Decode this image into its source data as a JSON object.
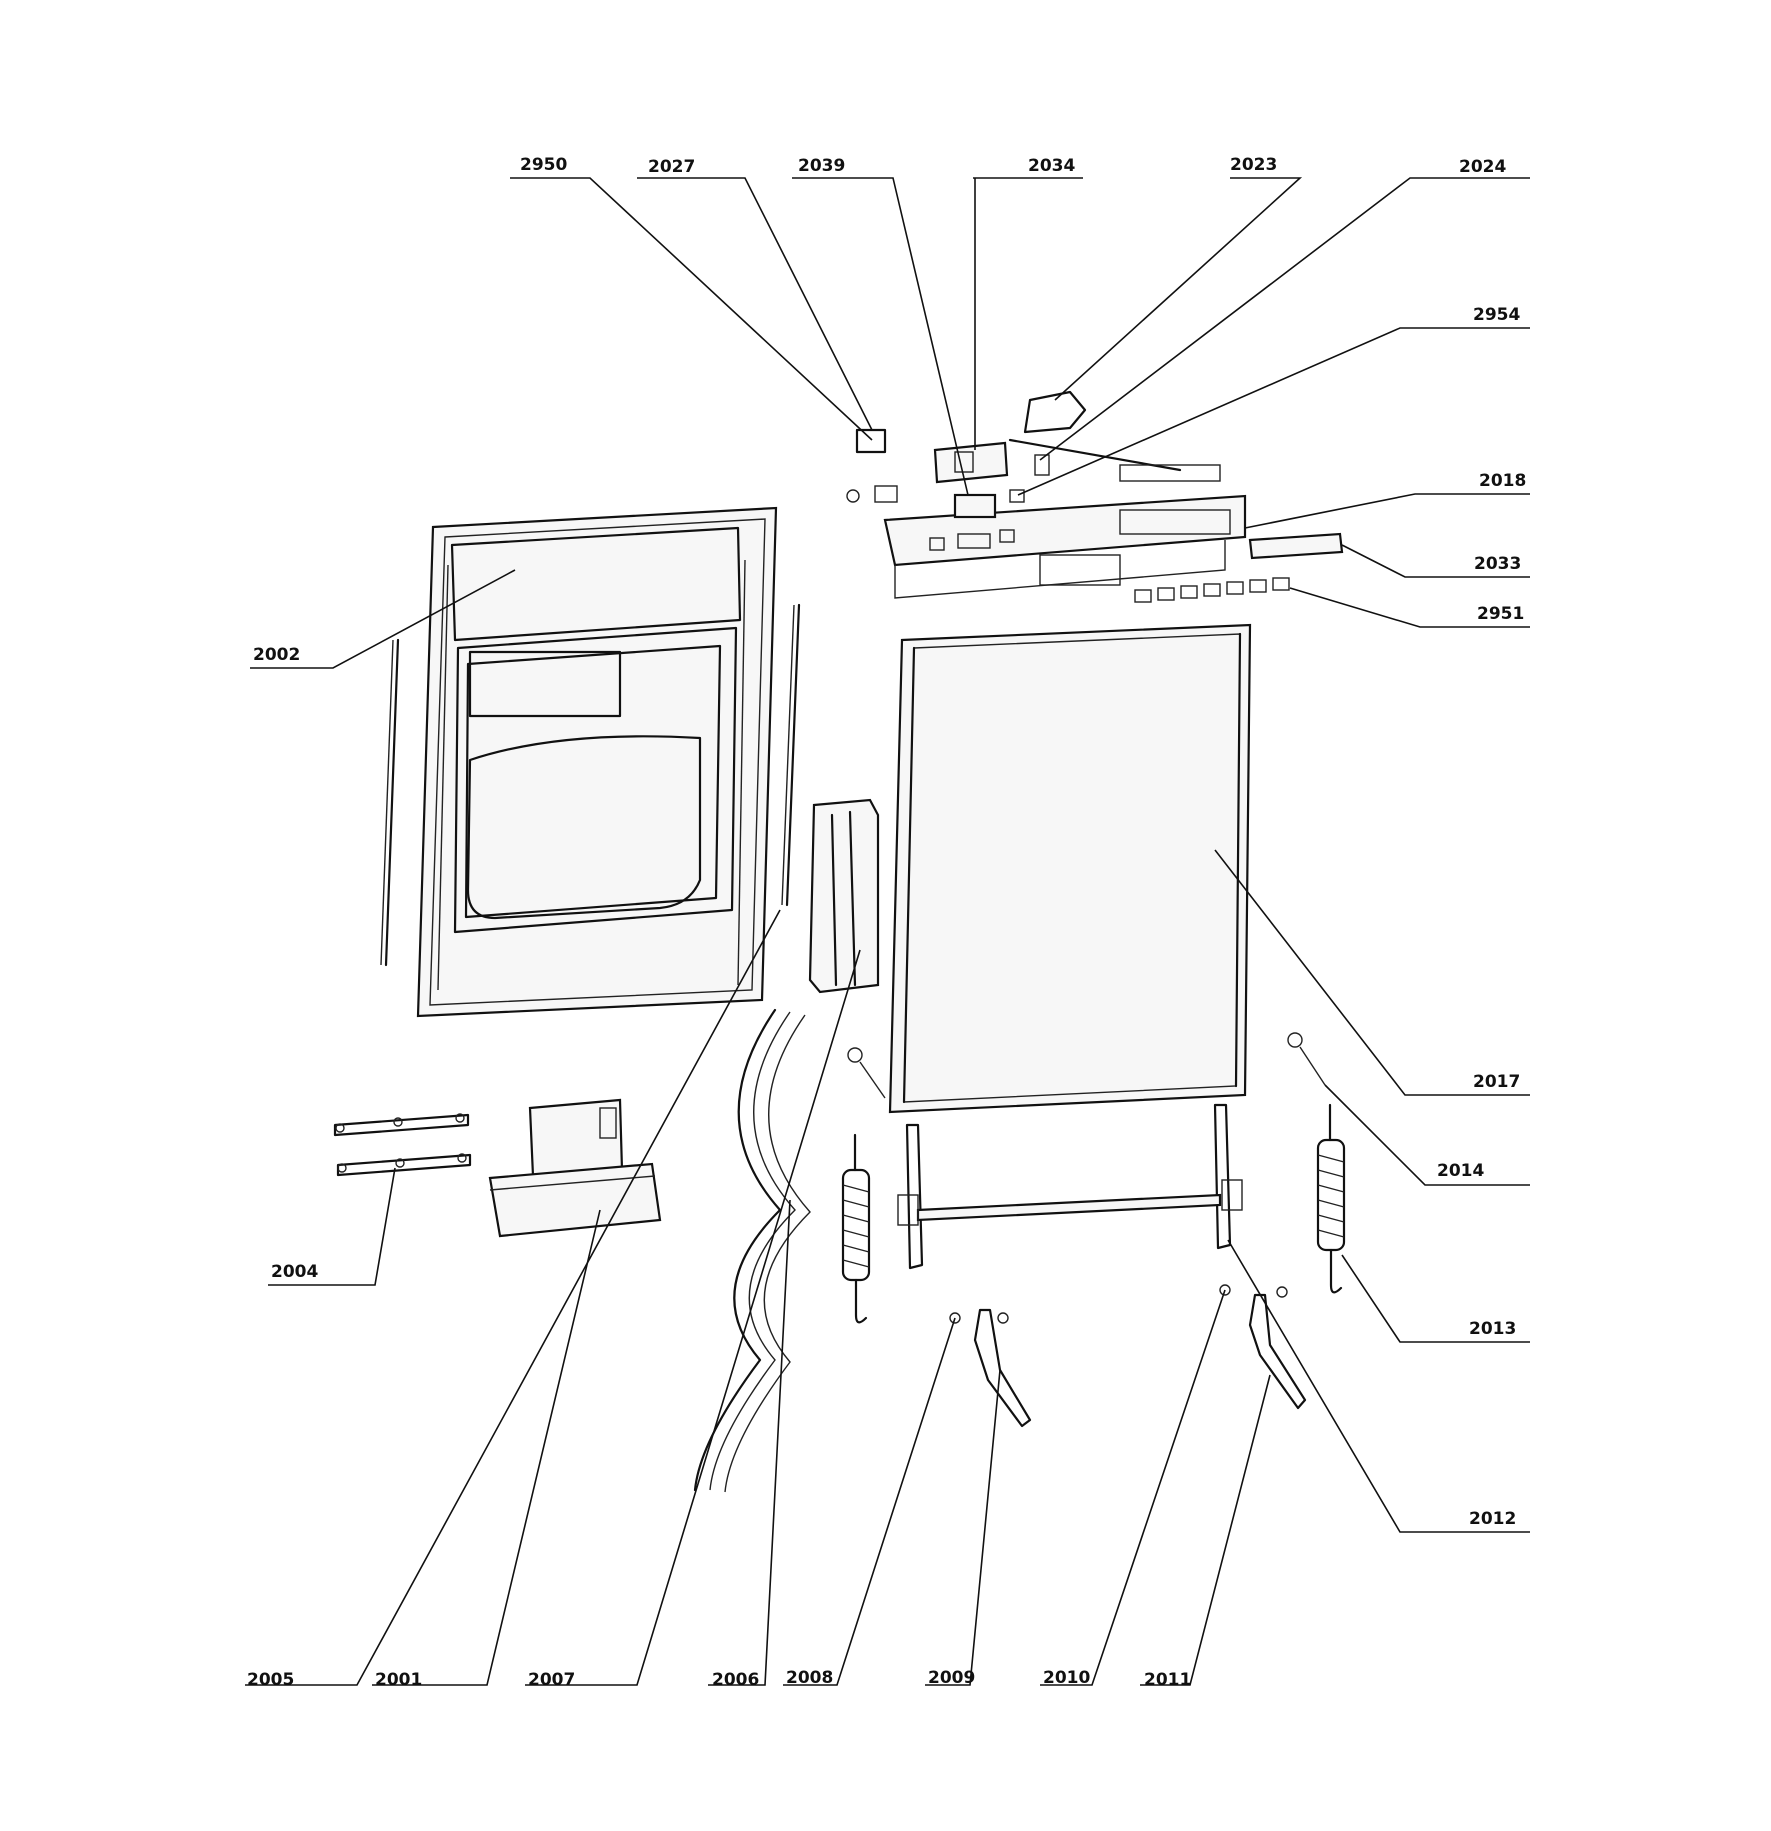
{
  "callouts": [
    {
      "id": "2950"
    },
    {
      "id": "2027"
    },
    {
      "id": "2039"
    },
    {
      "id": "2034"
    },
    {
      "id": "2023"
    },
    {
      "id": "2024"
    },
    {
      "id": "2954"
    },
    {
      "id": "2018"
    },
    {
      "id": "2033"
    },
    {
      "id": "2951"
    },
    {
      "id": "2002"
    },
    {
      "id": "2017"
    },
    {
      "id": "2014"
    },
    {
      "id": "2013"
    },
    {
      "id": "2004"
    },
    {
      "id": "2012"
    },
    {
      "id": "2005"
    },
    {
      "id": "2001"
    },
    {
      "id": "2007"
    },
    {
      "id": "2006"
    },
    {
      "id": "2008"
    },
    {
      "id": "2009"
    },
    {
      "id": "2010"
    },
    {
      "id": "2011"
    }
  ],
  "colors": {
    "line": "#111111",
    "background": "#ffffff"
  }
}
